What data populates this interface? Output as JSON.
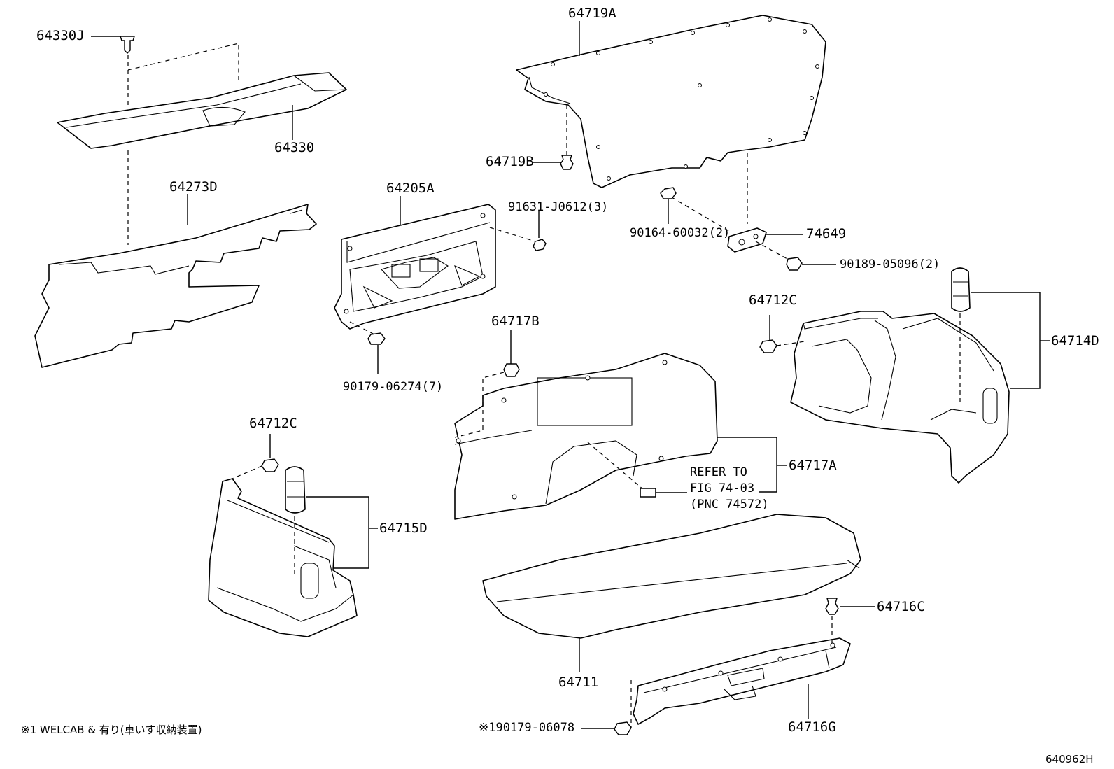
{
  "labels": {
    "p64330J": "64330J",
    "p64330": "64330",
    "p64273D": "64273D",
    "p64719A": "64719A",
    "p64719B": "64719B",
    "p64205A": "64205A",
    "p91631": "91631-J0612(3)",
    "p90164": "90164-60032(2)",
    "p74649": "74649",
    "p90189": "90189-05096(2)",
    "p64712C_right": "64712C",
    "p64714D": "64714D",
    "p64717B": "64717B",
    "p90179_06274": "90179-06274(7)",
    "p64717A": "64717A",
    "refer_line1": "REFER TO",
    "refer_line2": "FIG 74-03",
    "refer_line3": "(PNC 74572)",
    "p64712C_left": "64712C",
    "p64715D": "64715D",
    "p64716C": "64716C",
    "p64711": "64711",
    "p64716G": "64716G",
    "p90179_06078": "※190179-06078"
  },
  "footnote": "※1 WELCAB & 有り(車いす収納装置)",
  "figure_id": "640962H",
  "icons": [
    "clip-icon",
    "bolt-icon",
    "screw-icon",
    "nut-icon",
    "plug-icon"
  ]
}
